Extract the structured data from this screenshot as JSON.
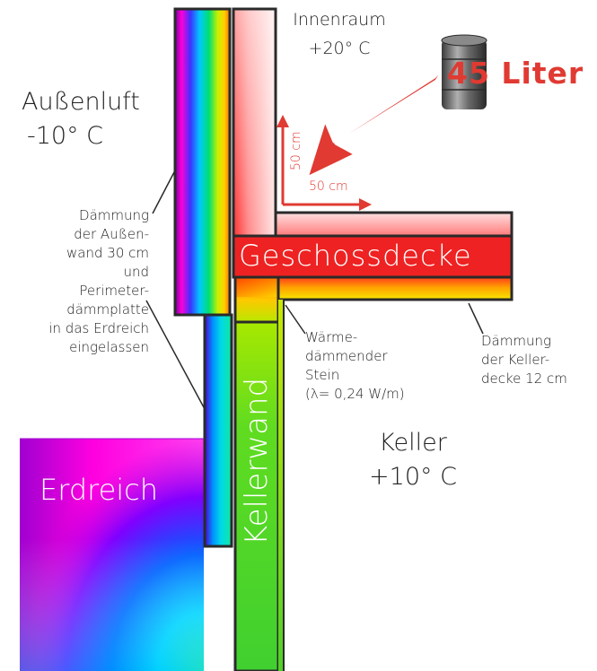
{
  "labels": {
    "innenraum": "Innenraum",
    "innen_temp": "+20° C",
    "aussenluft": "Außenluft",
    "aussen_temp": "-10° C",
    "daemmung_wand": [
      "Dämmung",
      "der Außen-",
      "wand 30 cm",
      "und",
      "Perimeter-",
      "dämmplatte",
      "in das Erdreich",
      "eingelassen"
    ],
    "waerme_stein": [
      "Wärme-",
      "dämmender",
      "Stein",
      "(λ= 0,24 W/m)"
    ],
    "daemmung_decke": [
      "Dämmung",
      "der Keller-",
      "decke 12 cm"
    ],
    "keller": "Keller",
    "keller_temp": "+10° C",
    "erdreich": "Erdreich",
    "kellerwand": "Kellerwand",
    "geschossdecke": "Geschossdecke",
    "liter": "45 Liter",
    "dim_vertical": "50 cm",
    "dim_horizontal": "50 cm"
  },
  "colors": {
    "accent_red": "#e03a32",
    "deck_red": "#ee2222",
    "outline": "#2a2a2a",
    "wall_green": "#58d826"
  }
}
